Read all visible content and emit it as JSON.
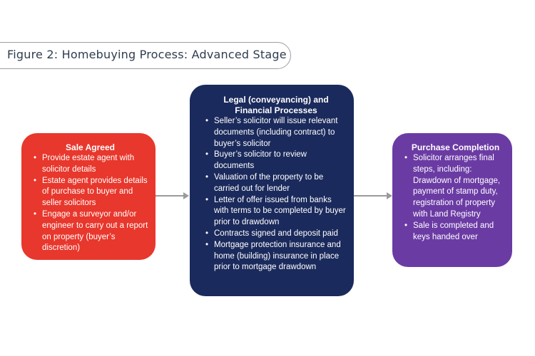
{
  "figure": {
    "title": "Figure 2: Homebuying Process: Advanced Stage"
  },
  "stages": [
    {
      "heading": "Sale Agreed",
      "color": "#e8372c",
      "items": [
        "Provide estate agent with solicitor details",
        "Estate agent provides details of purchase to buyer and seller solicitors",
        "Engage a surveyor and/or engineer to carry out a report on property (buyer’s discretion)"
      ]
    },
    {
      "heading": "Legal (conveyancing) and Financial Processes",
      "color": "#1b2a5c",
      "items": [
        "Seller’s solicitor will issue relevant documents (including contract) to buyer’s solicitor",
        "Buyer’s solicitor to review documents",
        "Valuation of the property to be carried out for lender",
        "Letter of offer issued from banks with terms to be completed by buyer prior to drawdown",
        "Contracts signed and deposit paid",
        "Mortgage protection insurance and home (building) insurance in place prior to mortgage drawdown"
      ]
    },
    {
      "heading": "Purchase Completion",
      "color": "#6b3ba4",
      "items": [
        "Solicitor arranges final steps, including: Drawdown of mortgage, payment of stamp duty, registration of property with Land Registry",
        "Sale is completed and keys handed over"
      ]
    }
  ]
}
